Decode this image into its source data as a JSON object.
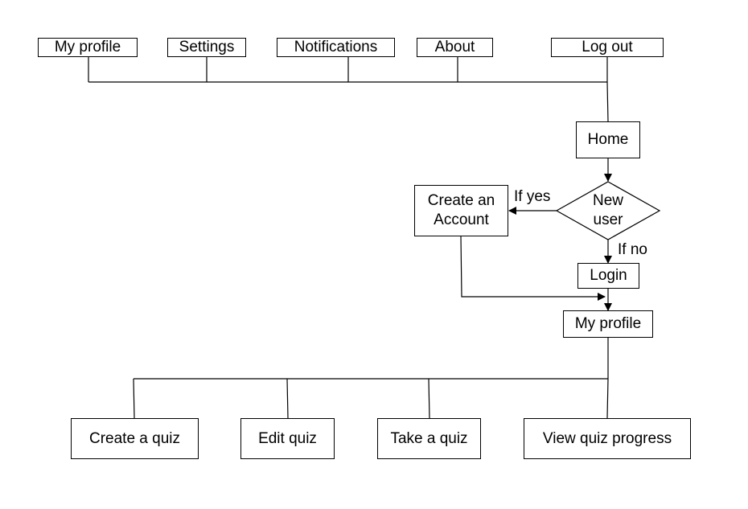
{
  "nav": {
    "my_profile": "My profile",
    "settings": "Settings",
    "notifications": "Notifications",
    "about": "About",
    "log_out": "Log out"
  },
  "flow": {
    "home": "Home",
    "decision": "New\nuser",
    "if_yes": "If yes",
    "if_no": "If no",
    "create_account": "Create an\nAccount",
    "login": "Login",
    "my_profile": "My profile"
  },
  "actions": {
    "create_quiz": "Create a quiz",
    "edit_quiz": "Edit quiz",
    "take_quiz": "Take a quiz",
    "view_progress": "View quiz progress"
  },
  "colors": {
    "line": "#000000",
    "box_fill": "#ffffff"
  }
}
